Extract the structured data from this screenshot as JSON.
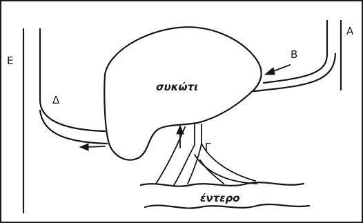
{
  "diagram": {
    "labels": {
      "A": "A",
      "B": "B",
      "Gamma": "Γ",
      "Delta": "Δ",
      "E": "E"
    },
    "organs": {
      "liver": "συκώτι",
      "intestine": "έντερο"
    },
    "colors": {
      "ink": "#151515",
      "background": "#ffffff",
      "frame": "#1c1c1c"
    }
  }
}
